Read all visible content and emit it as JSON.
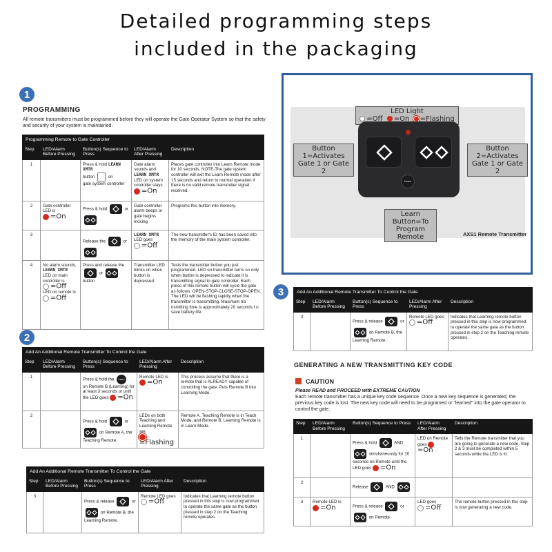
{
  "headline": {
    "line1": "Detailed programming steps",
    "line2": "included in the packaging"
  },
  "colors": {
    "badge": "#3b6fb6",
    "header_bg": "#161616",
    "led_on": "#d42a1e",
    "frame": "#2f5e9a"
  },
  "sections": {
    "s1": {
      "badge": "1",
      "heading": "PROGRAMMING",
      "intro": "All remote transmitters must be programmed before they will operate the Gate Operator System so that the safety and security of your system is maintained.",
      "caption": "Programming Remote to Gate Controller",
      "headers": [
        "Step",
        "LED/Alarm Before Pressing",
        "Button(s) Sequence to Press",
        "LED/Alarm After Pressing",
        "Description"
      ],
      "rows": [
        {
          "step": "1",
          "before": "",
          "press_a": "Press & hold",
          "press_mono": "LEARN XMTR",
          "press_b": "button",
          "press_c": "on",
          "press_d": "gate system controller",
          "after_a": "Gate alarm sounds and",
          "after_mono": "LEARN XMTR",
          "after_b": "LED on system controller stays",
          "after_state": "=On",
          "desc": "Places gate controller into Learn Remote mode for 10 seconds. NOTE-The gate system controller will exit the Learn Remote mode after 15 seconds and return to normal operation if there is no valid remote transmitter signal received."
        },
        {
          "step": "2",
          "before_a": "Gate controller LED is",
          "before_state": "=On",
          "press_a": "Press & hold",
          "press_b": "or",
          "after": "Gate controller alarm beeps or gate begins moving",
          "desc": "Programs this button into memory."
        },
        {
          "step": "3",
          "before": "",
          "press_a": "Release the",
          "press_b": "or",
          "after_mono": "LEARN XMTR",
          "after_b": "LED goes",
          "after_state": "=Off",
          "desc": "The new transmitter's ID has been saved into the memory of the main system controller."
        },
        {
          "step": "4",
          "before_a": "No alarm sounds,",
          "before_mono": "LEARN XMTR",
          "before_b": "LED on main controller is",
          "before_state1": "=Off",
          "before_c": "LED on remote is",
          "before_state2": "=Off",
          "press_a": "Press and release the",
          "press_b": "or",
          "press_c": "button",
          "after": "Transmitter LED blinks on when button is depressed",
          "desc": "Tests the transmitter button you just programmed. LED on transmitter turns on only when button is depressed to indicate it is transmitting signal to gate controller. Each press of this remote button will cycle the gate as follows: OPEN-STOP-CLOSE-STOP-OPEN. The LED will be flashing rapidly when the transmitter is transmitting. Maximum tra nsmitting time is approximately 20 seconds t o save battery life."
        }
      ]
    },
    "s2": {
      "badge": "2",
      "caption": "Add An Additional Remote Transmitter To Control the Gate",
      "headers": [
        "Step",
        "LED/Alarm Before Pressing",
        "Button(s) Sequence to Press",
        "LED/Alarm After Pressing",
        "Description"
      ],
      "rows": [
        {
          "step": "1",
          "press_a": "Press & hold the",
          "press_b": "on Remote B (Learning) for at least 3 seconds or until the LED goes",
          "press_state": "=On",
          "after_a": "Remote LED is",
          "after_state": "=On",
          "desc": "This process assume that there is a remote that is ALREADY capable of controlling the gate. Puts Remote B into Learning Mode."
        },
        {
          "step": "2",
          "press_a": "Press & hold",
          "press_b": "or",
          "press_c": "on Remote A, the Teaching Remote.",
          "after_a": "LEDs on both Teaching and Learning Remote are",
          "after_state": "=Flashing",
          "desc": "Remote A, Teaching Remote is in Teach Mode, and Remote B, Learning Remote is in Learn Mode."
        }
      ]
    },
    "s2b": {
      "caption": "Add An Additional Remote Transmitter To Control the Gate",
      "headers": [
        "Step",
        "LED/Alarm Before Pressing",
        "Button(s) Sequence to Press",
        "LED/Alarm After Pressing",
        "Description"
      ],
      "rows": [
        {
          "step": "3",
          "press_a": "Press & release",
          "press_b": "or",
          "press_c": "on Remote B, the Learning Remote.",
          "after_a": "Remote LED goes",
          "after_state": "=Off",
          "desc": "Indicates that Learning remote button pressed in this step is now programmed to operate the same gate as the button pressed in step 2 on the Teaching remote operates."
        }
      ]
    },
    "s3": {
      "badge": "3",
      "caption": "Add An Additional Remote Transmitter To Control the Gate",
      "headers": [
        "Step",
        "LED/Alarm Before Pressing",
        "Button(s) Sequence to Press",
        "LED/Alarm After Pressing",
        "Description"
      ],
      "rows": [
        {
          "step": "3",
          "press_a": "Press & release",
          "press_b": "or",
          "press_c": "on Remote B, the Learning Remote.",
          "after_a": "Remote LED goes",
          "after_state": "=Off",
          "desc": "Indicates that Learning remote button pressed in this step is now programmed to operate the same gate as the button pressed in step 2 on the Teaching remote operates."
        }
      ]
    },
    "keycode": {
      "heading": "GENERATING A NEW TRANSMITTING KEY CODE",
      "caution_title": "CAUTION",
      "caution_sub": "Please READ and PROCEED with EXTREME CAUTION",
      "caution_body": "Each remote transmitter has a unique key code sequence. Once a new key sequence is generated, the previous key code is lost. The new key code will need to be programed or “learned” into the gate operator to control the gate.",
      "headers": [
        "Step",
        "LED/Alarm Before Pressing",
        "Button(s) Sequence to Press",
        "LED/Alarm After Pressing",
        "Description"
      ],
      "rows": [
        {
          "step": "1",
          "press_a": "Press & hold",
          "press_b": "AND",
          "press_c": "simultaneously for 10 seconds on Remote until the LED goes",
          "press_state": "=On",
          "after_a": "LED on Remote goes",
          "after_state": "=On",
          "desc": "Tells the Remote transmitter that you are going to generate a new code. Step 2 & 3 must be completed within 5 seconds while the LED is lit."
        },
        {
          "step": "2",
          "press_a": "Release",
          "press_b": "AND"
        },
        {
          "step": "3",
          "before_a": "Remote LED is",
          "before_state": "=On",
          "press_a": "Press & release",
          "press_b": "or",
          "press_c": "on Remote",
          "after_a": "LED goes",
          "after_state": "=Off",
          "desc": "The remote button pressed in this step is now generating a new code."
        }
      ]
    }
  },
  "photo": {
    "legend_title": "LED Light",
    "legend_off": "=Off",
    "legend_on": "=On",
    "legend_flash": "=Flashing",
    "callout_btn1": "Button 1=Activates Gate 1 or Gate 2",
    "callout_btn2": "Button 2=Activates Gate 1 or Gate 2",
    "callout_learn": "Learn Button=To Program Remote",
    "learn_label": "Learn",
    "caption": "AXS1 Remote Transmitter"
  }
}
